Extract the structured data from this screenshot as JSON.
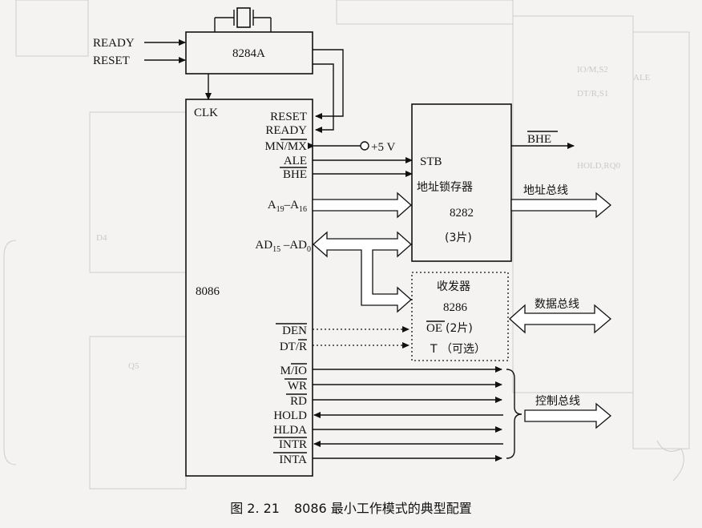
{
  "caption": {
    "number": "图 2. 21",
    "text": "8086 最小工作模式的典型配置"
  },
  "clock_gen": {
    "name": "8284A",
    "inputs": [
      "READY",
      "RESET"
    ]
  },
  "cpu": {
    "name": "8086",
    "clk": "CLK",
    "pins": {
      "reset": "RESET",
      "ready": "READY",
      "mnmx": "MN/MX",
      "ale": "ALE",
      "bhe": "BHE",
      "a_hi": [
        "A",
        "19",
        "–A",
        "16"
      ],
      "ad": [
        "AD",
        "15",
        " –AD",
        "0"
      ],
      "den": "DEN",
      "dtr": "DT/R",
      "mio": "M/IO",
      "wr": "WR",
      "rd": "RD",
      "hold": "HOLD",
      "hlda": "HLDA",
      "intr": "INTR",
      "inta": "INTA"
    }
  },
  "power": "+5 V",
  "latch": {
    "stb": "STB",
    "name": "地址锁存器",
    "part": "8282",
    "count": "(3片)",
    "bhe_out": "BHE"
  },
  "transceiver": {
    "name": "收发器",
    "part": "8286",
    "oe": "OE",
    "count": "(2片)",
    "t": "T （可选）"
  },
  "buses": {
    "address": "地址总线",
    "data": "数据总线",
    "control": "控制总线"
  }
}
